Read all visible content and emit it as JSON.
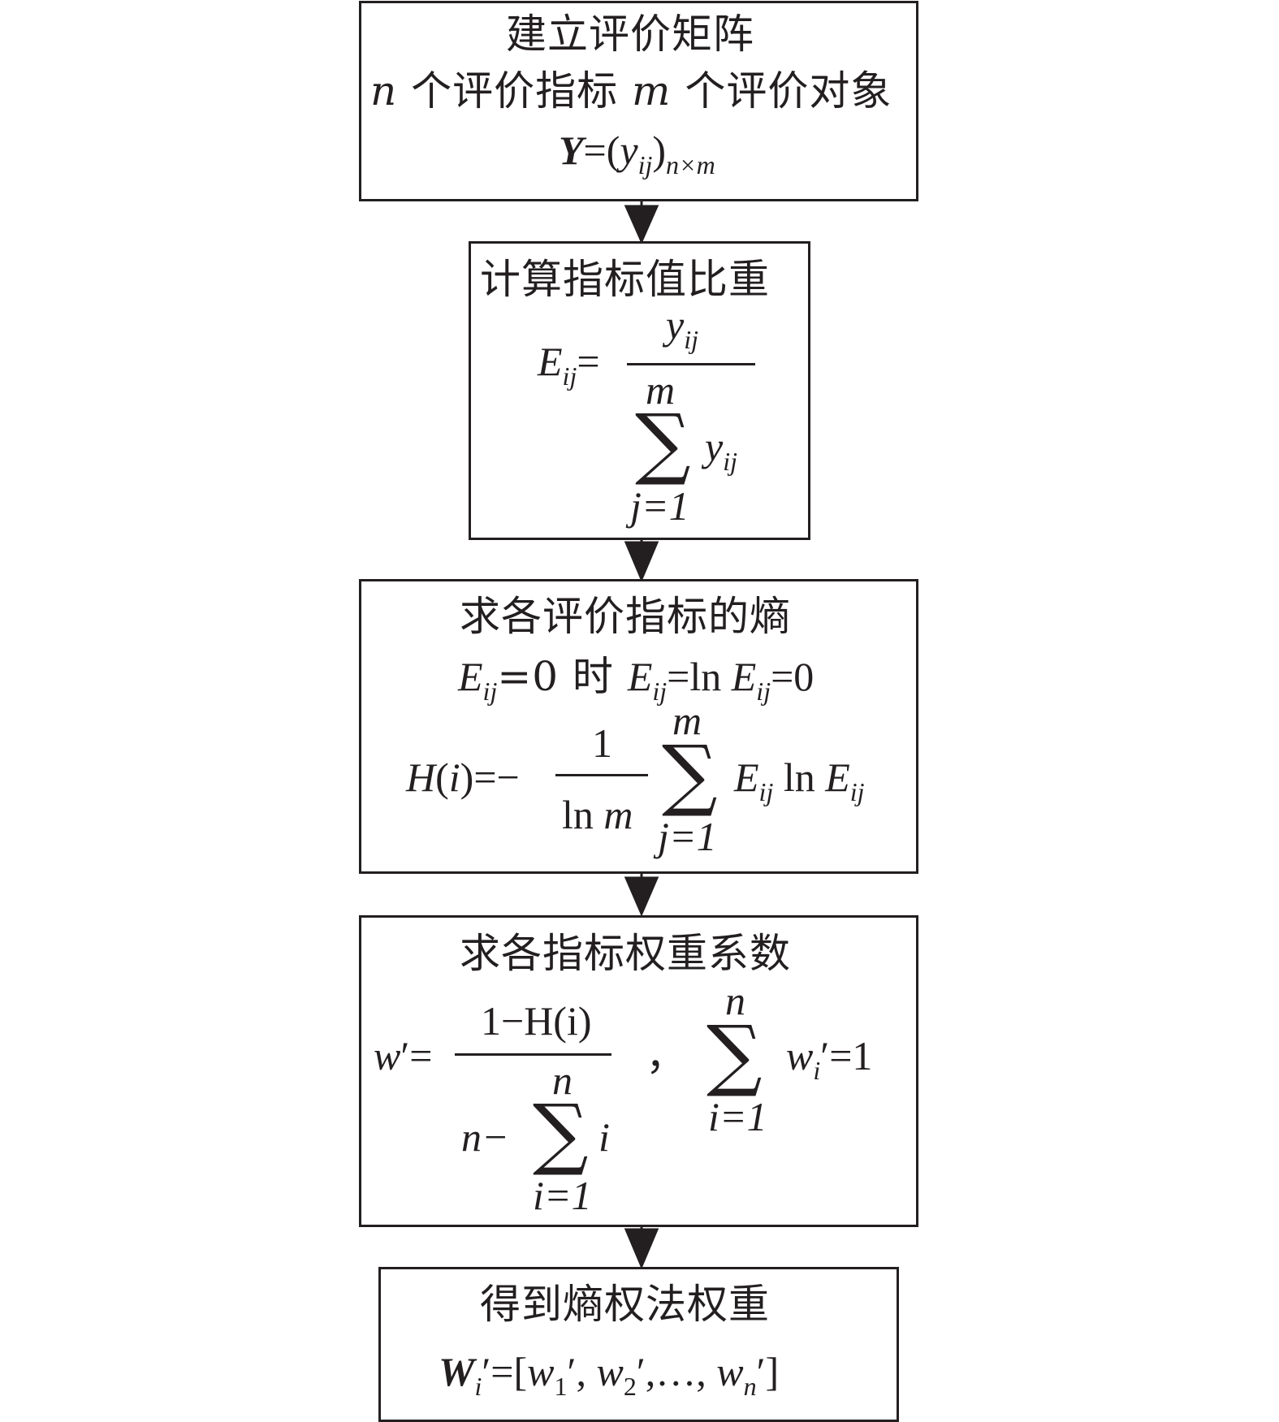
{
  "steps": [
    {
      "title": "建立评价矩阵",
      "line2": {
        "n": "n",
        "mid": " 个评价指标 ",
        "m": "m",
        "end": " 个评价对象"
      },
      "formula": {
        "Y": "Y",
        "eq": "=(",
        "y": "y",
        "ij": "ij",
        "close": ")",
        "size": "n×m"
      }
    },
    {
      "title": "计算指标值比重",
      "formula": {
        "E": "E",
        "ij": "ij",
        "eq": "=",
        "num_y": "y",
        "num_ij": "ij",
        "sum_top": "m",
        "sum_y": "y",
        "sum_ij": "ij",
        "sum_bottom": "j=1"
      }
    },
    {
      "title": "求各评价指标的熵",
      "condition": {
        "E1": "E",
        "ij1": "ij",
        "c1": "=0 时 ",
        "E2": "E",
        "ij2": "ij",
        "c2": "=ln ",
        "E3": "E",
        "ij3": "ij",
        "c3": "=0"
      },
      "formula": {
        "H": "H",
        "open": "(",
        "i": "i",
        "close": ")=− ",
        "num": "1",
        "den_ln": "ln ",
        "den_m": "m",
        "sum_top": "m",
        "sum_bottom": "j=1",
        "E1": "E",
        "ij1": "ij",
        "ln": " ln ",
        "E2": "E",
        "ij2": "ij"
      }
    },
    {
      "title": "求各指标权重系数",
      "formula": {
        "w": "w",
        "prime_eq": "′= ",
        "num": "1−H(i)",
        "den_n": "n−",
        "sum_top": "n",
        "sum_i": "i",
        "sum_bottom": "i=1",
        "comma": "，",
        "sum2_top": "n",
        "sum2_bottom": "i=1",
        "w2": "w",
        "w2_sub": "i",
        "w2_rest": "′=1"
      }
    },
    {
      "title": "得到熵权法权重",
      "formula": {
        "W": "W",
        "W_sub": "i",
        "eq": "′=[",
        "w1": "w",
        "w1_sub": "1",
        "p1": "′, ",
        "w2": "w",
        "w2_sub": "2",
        "p2": "′,…, ",
        "wn": "w",
        "wn_sub": "n",
        "end": "′]"
      }
    }
  ]
}
